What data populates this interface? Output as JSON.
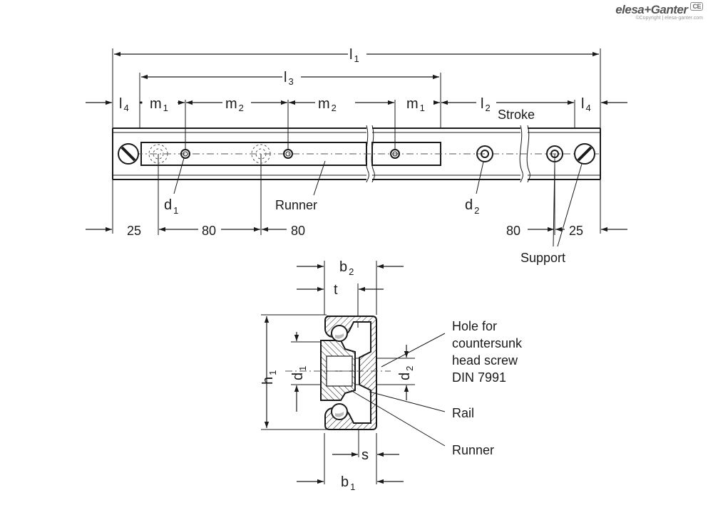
{
  "brand": {
    "logo_text": "elesa+Ganter",
    "ce_mark": "CE",
    "copyright": "©Copyright | elesa-ganter.com"
  },
  "top_view": {
    "dims": {
      "l": "l",
      "m": "m",
      "sub1": "1",
      "sub2": "2",
      "sub3": "3",
      "sub4": "4"
    },
    "bottom_dims": [
      "25",
      "80",
      "80",
      "80",
      "25"
    ],
    "stroke_label": "Stroke",
    "runner_label": "Runner",
    "support_label": "Support",
    "d_label": "d"
  },
  "section_view": {
    "b": "b",
    "t": "t",
    "h": "h",
    "d": "d",
    "s": "s",
    "sub1": "1",
    "sub2": "2",
    "hole_note": [
      "Hole for",
      "countersunk",
      "head screw",
      "DIN 7991"
    ],
    "rail_label": "Rail",
    "runner_label": "Runner"
  }
}
